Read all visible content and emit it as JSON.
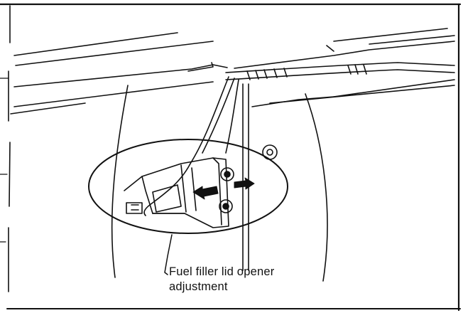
{
  "callout": {
    "line1": "Fuel filler lid opener",
    "line2": "adjustment"
  },
  "colors": {
    "ink": "#111111",
    "paper": "#ffffff"
  },
  "icons": [
    "bolt-icon",
    "arrow-left-icon",
    "arrow-right-icon",
    "wiring-harness",
    "opener-mechanism"
  ]
}
